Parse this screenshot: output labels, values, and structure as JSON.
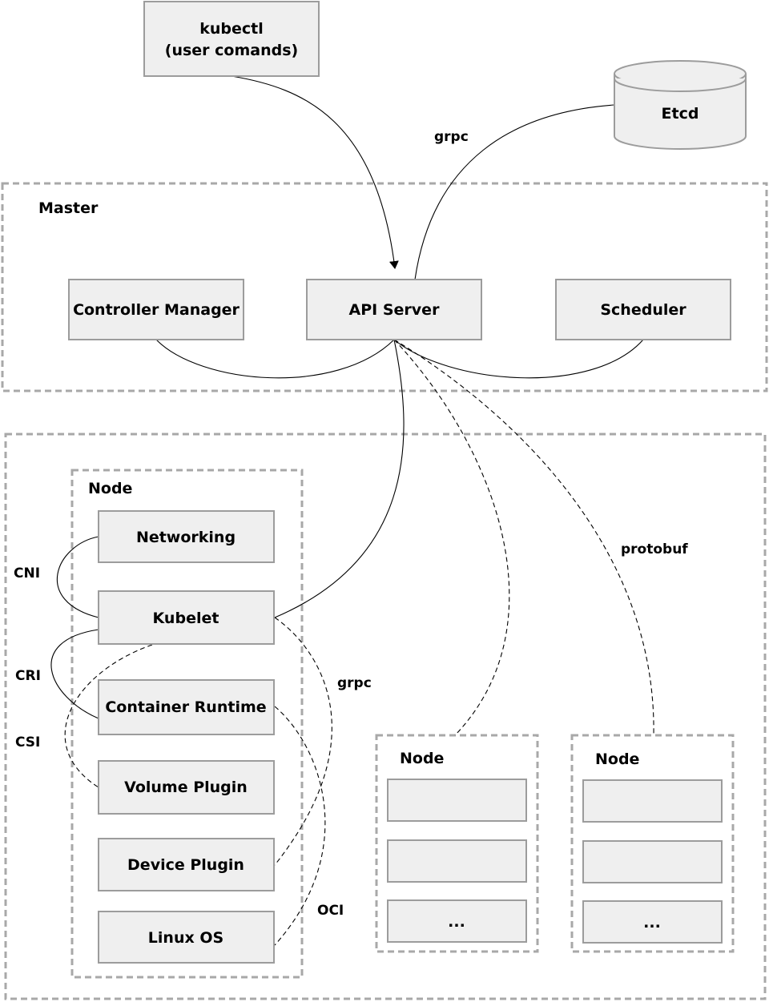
{
  "top": {
    "kubectl_line1": "kubectl",
    "kubectl_line2": "(user comands)",
    "etcd": "Etcd",
    "grpc_label": "grpc"
  },
  "master": {
    "title": "Master",
    "controller_manager": "Controller Manager",
    "api_server": "API Server",
    "scheduler": "Scheduler"
  },
  "main_node": {
    "title": "Node",
    "components": [
      "Networking",
      "Kubelet",
      "Container Runtime",
      "Volume Plugin",
      "Device Plugin",
      "Linux OS"
    ],
    "interfaces": {
      "cni": "CNI",
      "cri": "CRI",
      "csi": "CSI",
      "grpc": "grpc",
      "oci": "OCI"
    }
  },
  "protobuf_label": "protobuf",
  "other_nodes": [
    {
      "title": "Node",
      "slots": [
        "",
        "",
        "..."
      ]
    },
    {
      "title": "Node",
      "slots": [
        "",
        "",
        "..."
      ]
    }
  ],
  "colors": {
    "box_fill": "#efefef",
    "box_stroke": "#9c9c9c",
    "frame_stroke": "#a8a8a8"
  }
}
